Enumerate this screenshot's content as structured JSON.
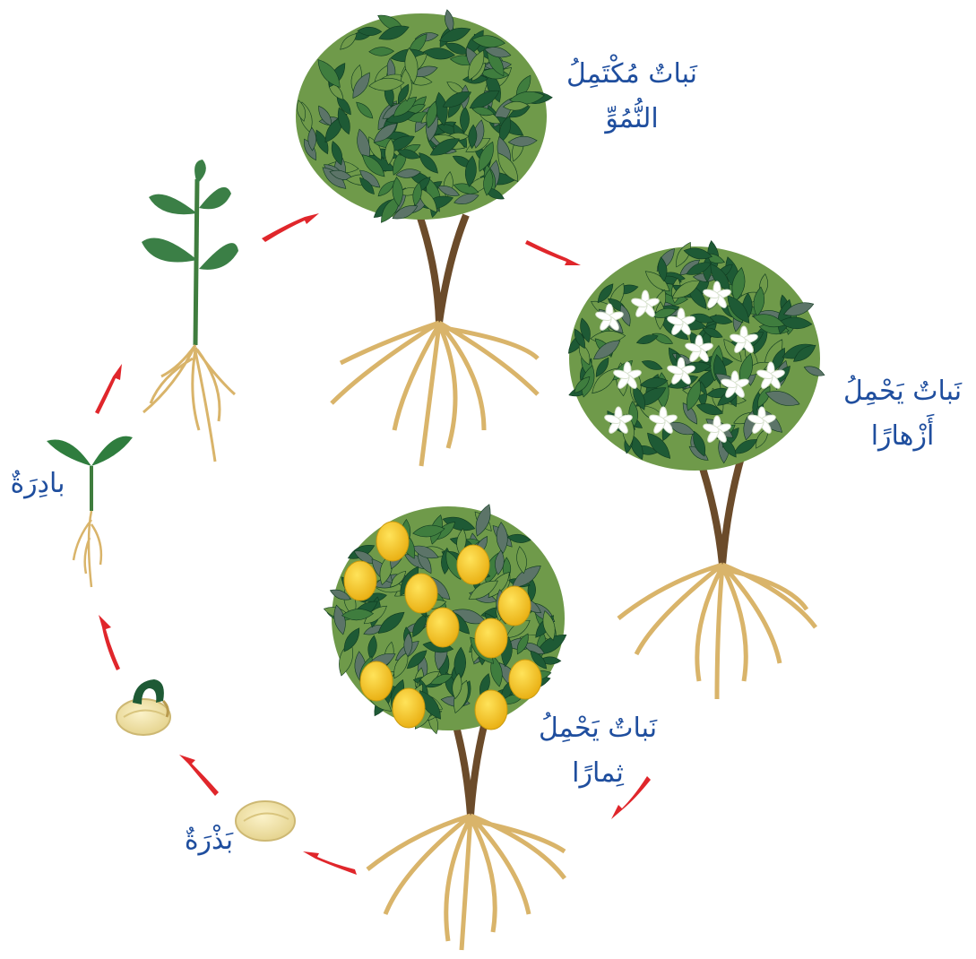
{
  "colors": {
    "label_text": "#1f4e9e",
    "arrow": "#e0262b",
    "leaf_dark": "#1e5a35",
    "leaf_mid": "#3f7d3e",
    "leaf_light": "#6f9a4a",
    "leaf_grey": "#5c7468",
    "root": "#d9b46a",
    "trunk": "#6b4b2a",
    "seed": "#f1e3a8",
    "lemon": "#f2c21b",
    "flower": "#ffffff"
  },
  "stages": [
    {
      "id": "seed",
      "lines": [
        "بَذْرَةٌ"
      ]
    },
    {
      "id": "germinating-seed",
      "lines": []
    },
    {
      "id": "seedling",
      "lines": [
        "بادِرَةٌ"
      ]
    },
    {
      "id": "young-plant",
      "lines": []
    },
    {
      "id": "mature-plant",
      "lines": [
        "نَباتٌ مُكْتَمِلُ",
        "النُّمُوِّ"
      ]
    },
    {
      "id": "flowering-plant",
      "lines": [
        "نَباتٌ يَحْمِلُ",
        "أَزْهارًا"
      ]
    },
    {
      "id": "fruiting-plant",
      "lines": [
        "نَباتٌ يَحْمِلُ",
        "ثِمارًا"
      ]
    }
  ],
  "icons": {
    "arrow": "cycle-arrow-icon"
  }
}
